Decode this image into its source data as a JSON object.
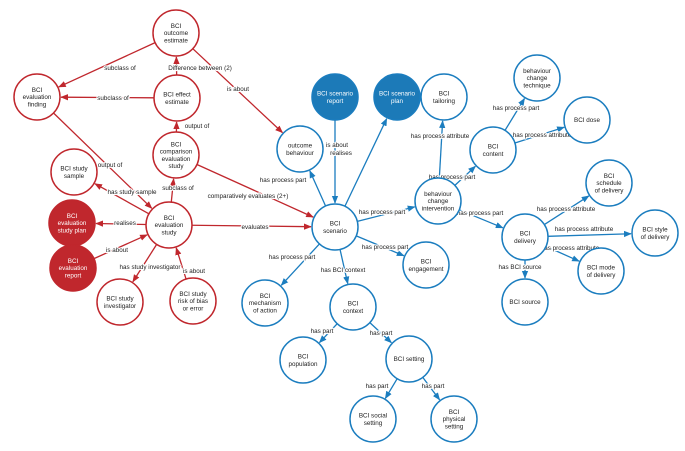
{
  "colors": {
    "red": "#c0272d",
    "blue": "#1b7dbf",
    "red_fill": "#c0272d",
    "blue_fill": "#1c7ab8",
    "text": "#222222"
  },
  "nodes": {
    "outcome_estimate": {
      "lines": [
        "BCI",
        "outcome",
        "estimate"
      ],
      "color": "red",
      "filled": false
    },
    "evaluation_finding": {
      "lines": [
        "BCI",
        "evaluation",
        "finding"
      ],
      "color": "red",
      "filled": false
    },
    "effect_estimate": {
      "lines": [
        "BCI effect",
        "estimate"
      ],
      "color": "red",
      "filled": false
    },
    "comparison_study": {
      "lines": [
        "BCI",
        "comparison",
        "evaluation",
        "study"
      ],
      "color": "red",
      "filled": false
    },
    "study_sample": {
      "lines": [
        "BCI study",
        "sample"
      ],
      "color": "red",
      "filled": false
    },
    "evaluation_study": {
      "lines": [
        "BCI",
        "evaluation",
        "study"
      ],
      "color": "red",
      "filled": false
    },
    "study_plan": {
      "lines": [
        "BCI",
        "evaluation",
        "study plan"
      ],
      "color": "red",
      "filled": true
    },
    "evaluation_report": {
      "lines": [
        "BCI",
        "evaluation",
        "report"
      ],
      "color": "red",
      "filled": true
    },
    "study_investigator": {
      "lines": [
        "BCI study",
        "investigator"
      ],
      "color": "red",
      "filled": false
    },
    "risk_of_bias": {
      "lines": [
        "BCI study",
        "risk of bias",
        "or error"
      ],
      "color": "red",
      "filled": false
    },
    "scenario_report": {
      "lines": [
        "BCI scenario",
        "report"
      ],
      "color": "blue",
      "filled": true
    },
    "scenario_plan": {
      "lines": [
        "BCI scenario",
        "plan"
      ],
      "color": "blue",
      "filled": true
    },
    "outcome_behaviour": {
      "lines": [
        "outcome",
        "behaviour"
      ],
      "color": "blue",
      "filled": false
    },
    "scenario": {
      "lines": [
        "BCI",
        "scenario"
      ],
      "color": "blue",
      "filled": false
    },
    "engagement": {
      "lines": [
        "BCI",
        "engagement"
      ],
      "color": "blue",
      "filled": false
    },
    "mechanism": {
      "lines": [
        "BCI",
        "mechanism",
        "of action"
      ],
      "color": "blue",
      "filled": false
    },
    "context": {
      "lines": [
        "BCI",
        "context"
      ],
      "color": "blue",
      "filled": false
    },
    "population": {
      "lines": [
        "BCI",
        "population"
      ],
      "color": "blue",
      "filled": false
    },
    "setting": {
      "lines": [
        "BCI setting"
      ],
      "color": "blue",
      "filled": false
    },
    "social_setting": {
      "lines": [
        "BCI social",
        "setting"
      ],
      "color": "blue",
      "filled": false
    },
    "physical_setting": {
      "lines": [
        "BCI",
        "physical",
        "setting"
      ],
      "color": "blue",
      "filled": false
    },
    "tailoring": {
      "lines": [
        "BCI",
        "tailoring"
      ],
      "color": "blue",
      "filled": false
    },
    "bci_content": {
      "lines": [
        "BCI",
        "content"
      ],
      "color": "blue",
      "filled": false
    },
    "bct": {
      "lines": [
        "behaviour",
        "change",
        "technique"
      ],
      "color": "blue",
      "filled": false
    },
    "dose": {
      "lines": [
        "BCI dose"
      ],
      "color": "blue",
      "filled": false
    },
    "intervention": {
      "lines": [
        "behaviour",
        "change",
        "intervention"
      ],
      "color": "blue",
      "filled": false
    },
    "delivery": {
      "lines": [
        "BCI",
        "delivery"
      ],
      "color": "blue",
      "filled": false
    },
    "schedule": {
      "lines": [
        "BCI",
        "schedule",
        "of delivery"
      ],
      "color": "blue",
      "filled": false
    },
    "style": {
      "lines": [
        "BCI style",
        "of delivery"
      ],
      "color": "blue",
      "filled": false
    },
    "mode": {
      "lines": [
        "BCI mode",
        "of delivery"
      ],
      "color": "blue",
      "filled": false
    },
    "source": {
      "lines": [
        "BCI source"
      ],
      "color": "blue",
      "filled": false
    }
  },
  "edges": [
    {
      "from": "outcome_estimate",
      "to": "evaluation_finding",
      "label": "subclass of",
      "color": "red"
    },
    {
      "from": "effect_estimate",
      "to": "outcome_estimate",
      "label": "Difference between (2)",
      "color": "red"
    },
    {
      "from": "effect_estimate",
      "to": "evaluation_finding",
      "label": "subclass of",
      "color": "red"
    },
    {
      "from": "outcome_estimate",
      "to": "outcome_behaviour",
      "label": "is about",
      "color": "red"
    },
    {
      "from": "comparison_study",
      "to": "effect_estimate",
      "label": "output of",
      "color": "red"
    },
    {
      "from": "evaluation_finding",
      "to": "evaluation_study",
      "label": "output of",
      "color": "red"
    },
    {
      "from": "evaluation_study",
      "to": "comparison_study",
      "label": "subclass of",
      "color": "red"
    },
    {
      "from": "comparison_study",
      "to": "scenario",
      "label": "comparatively evaluates (2+)",
      "color": "red"
    },
    {
      "from": "evaluation_study",
      "to": "study_sample",
      "label": "has study sample",
      "color": "red"
    },
    {
      "from": "evaluation_study",
      "to": "study_plan",
      "label": "realises",
      "color": "red"
    },
    {
      "from": "evaluation_study",
      "to": "scenario",
      "label": "evaluates",
      "color": "red"
    },
    {
      "from": "evaluation_report",
      "to": "evaluation_study",
      "label": "is about",
      "color": "red"
    },
    {
      "from": "evaluation_study",
      "to": "study_investigator",
      "label": "has study investigator",
      "color": "red"
    },
    {
      "from": "risk_of_bias",
      "to": "evaluation_study",
      "label": "is about",
      "color": "red"
    },
    {
      "from": "scenario_report",
      "to": "scenario",
      "label": "is about",
      "color": "blue"
    },
    {
      "from": "scenario",
      "to": "scenario_plan",
      "label": "realises",
      "color": "blue"
    },
    {
      "from": "scenario",
      "to": "outcome_behaviour",
      "label": "has process part",
      "color": "blue"
    },
    {
      "from": "scenario",
      "to": "intervention",
      "label": "has process part",
      "color": "blue"
    },
    {
      "from": "scenario",
      "to": "engagement",
      "label": "has process part",
      "color": "blue"
    },
    {
      "from": "scenario",
      "to": "mechanism",
      "label": "has process part",
      "color": "blue"
    },
    {
      "from": "scenario",
      "to": "context",
      "label": "has BCI context",
      "color": "blue"
    },
    {
      "from": "context",
      "to": "population",
      "label": "has part",
      "color": "blue"
    },
    {
      "from": "context",
      "to": "setting",
      "label": "has part",
      "color": "blue"
    },
    {
      "from": "setting",
      "to": "social_setting",
      "label": "has part",
      "color": "blue"
    },
    {
      "from": "setting",
      "to": "physical_setting",
      "label": "has part",
      "color": "blue"
    },
    {
      "from": "intervention",
      "to": "tailoring",
      "label": "has process attribute",
      "color": "blue"
    },
    {
      "from": "intervention",
      "to": "bci_content",
      "label": "has process part",
      "color": "blue"
    },
    {
      "from": "bci_content",
      "to": "bct",
      "label": "has process part",
      "color": "blue"
    },
    {
      "from": "bci_content",
      "to": "dose",
      "label": "has process attribute",
      "color": "blue"
    },
    {
      "from": "intervention",
      "to": "delivery",
      "label": "has process part",
      "color": "blue"
    },
    {
      "from": "delivery",
      "to": "schedule",
      "label": "has process attribute",
      "color": "blue"
    },
    {
      "from": "delivery",
      "to": "style",
      "label": "has process attribute",
      "color": "blue"
    },
    {
      "from": "delivery",
      "to": "mode",
      "label": "has process attribute",
      "color": "blue"
    },
    {
      "from": "delivery",
      "to": "source",
      "label": "has BCI source",
      "color": "blue"
    }
  ]
}
